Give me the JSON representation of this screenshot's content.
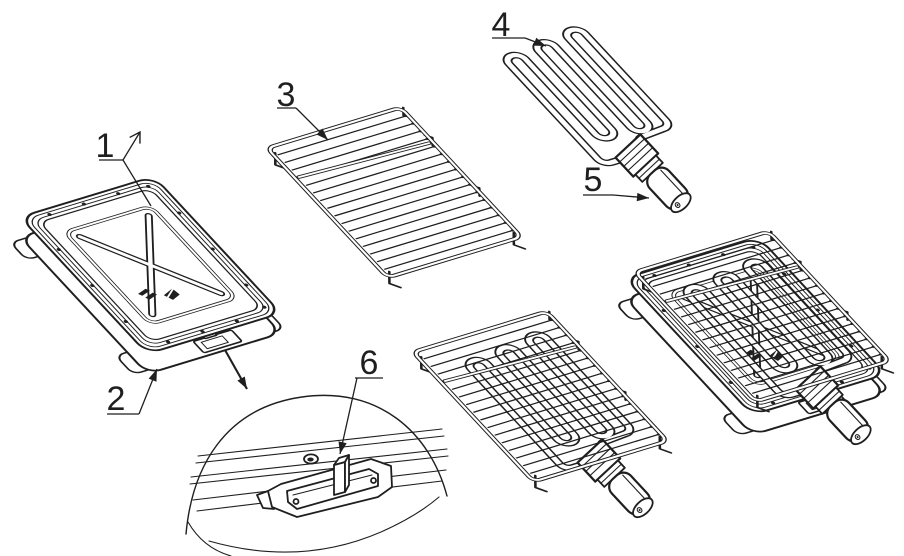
{
  "figure": {
    "background_color": "#ffffff",
    "line_color": "#1f1f1f",
    "callouts": [
      {
        "num": "1",
        "target": "tray-rim"
      },
      {
        "num": "2",
        "target": "tray-foot"
      },
      {
        "num": "3",
        "target": "grill-grate"
      },
      {
        "num": "4",
        "target": "heating-element-tube"
      },
      {
        "num": "5",
        "target": "plug-housing"
      },
      {
        "num": "6",
        "target": "latch-tab"
      }
    ]
  }
}
